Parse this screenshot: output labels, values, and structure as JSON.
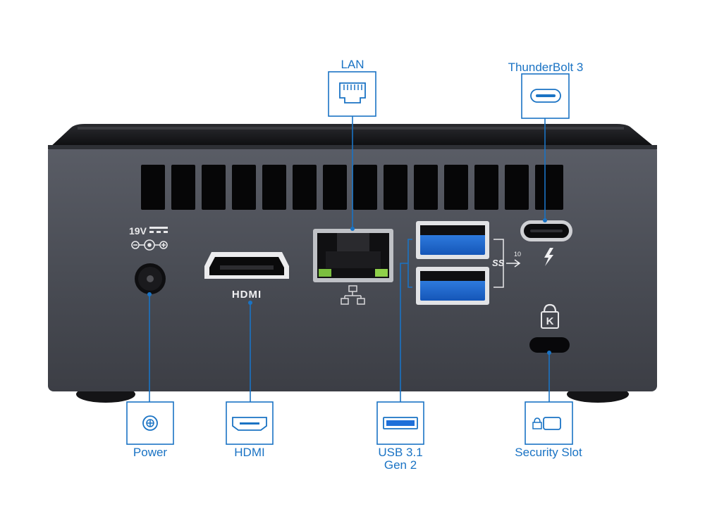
{
  "device": {
    "voltage_marking": "19V",
    "hdmi_marking": "HDMI",
    "usb_speed_marking": "10"
  },
  "callouts": {
    "lan": "LAN",
    "thunderbolt": "ThunderBolt 3",
    "power": "Power",
    "hdmi": "HDMI",
    "usb_line1": "USB 3.1",
    "usb_line2": "Gen 2",
    "security": "Security Slot"
  },
  "colors": {
    "accent": "#1a73c4",
    "chassis": "#4a4d55",
    "usb_blue": "#1e6fd9"
  },
  "icons": [
    "lan-icon",
    "thunderbolt-port-icon",
    "power-icon",
    "hdmi-icon",
    "usb-icon",
    "lock-icon"
  ]
}
